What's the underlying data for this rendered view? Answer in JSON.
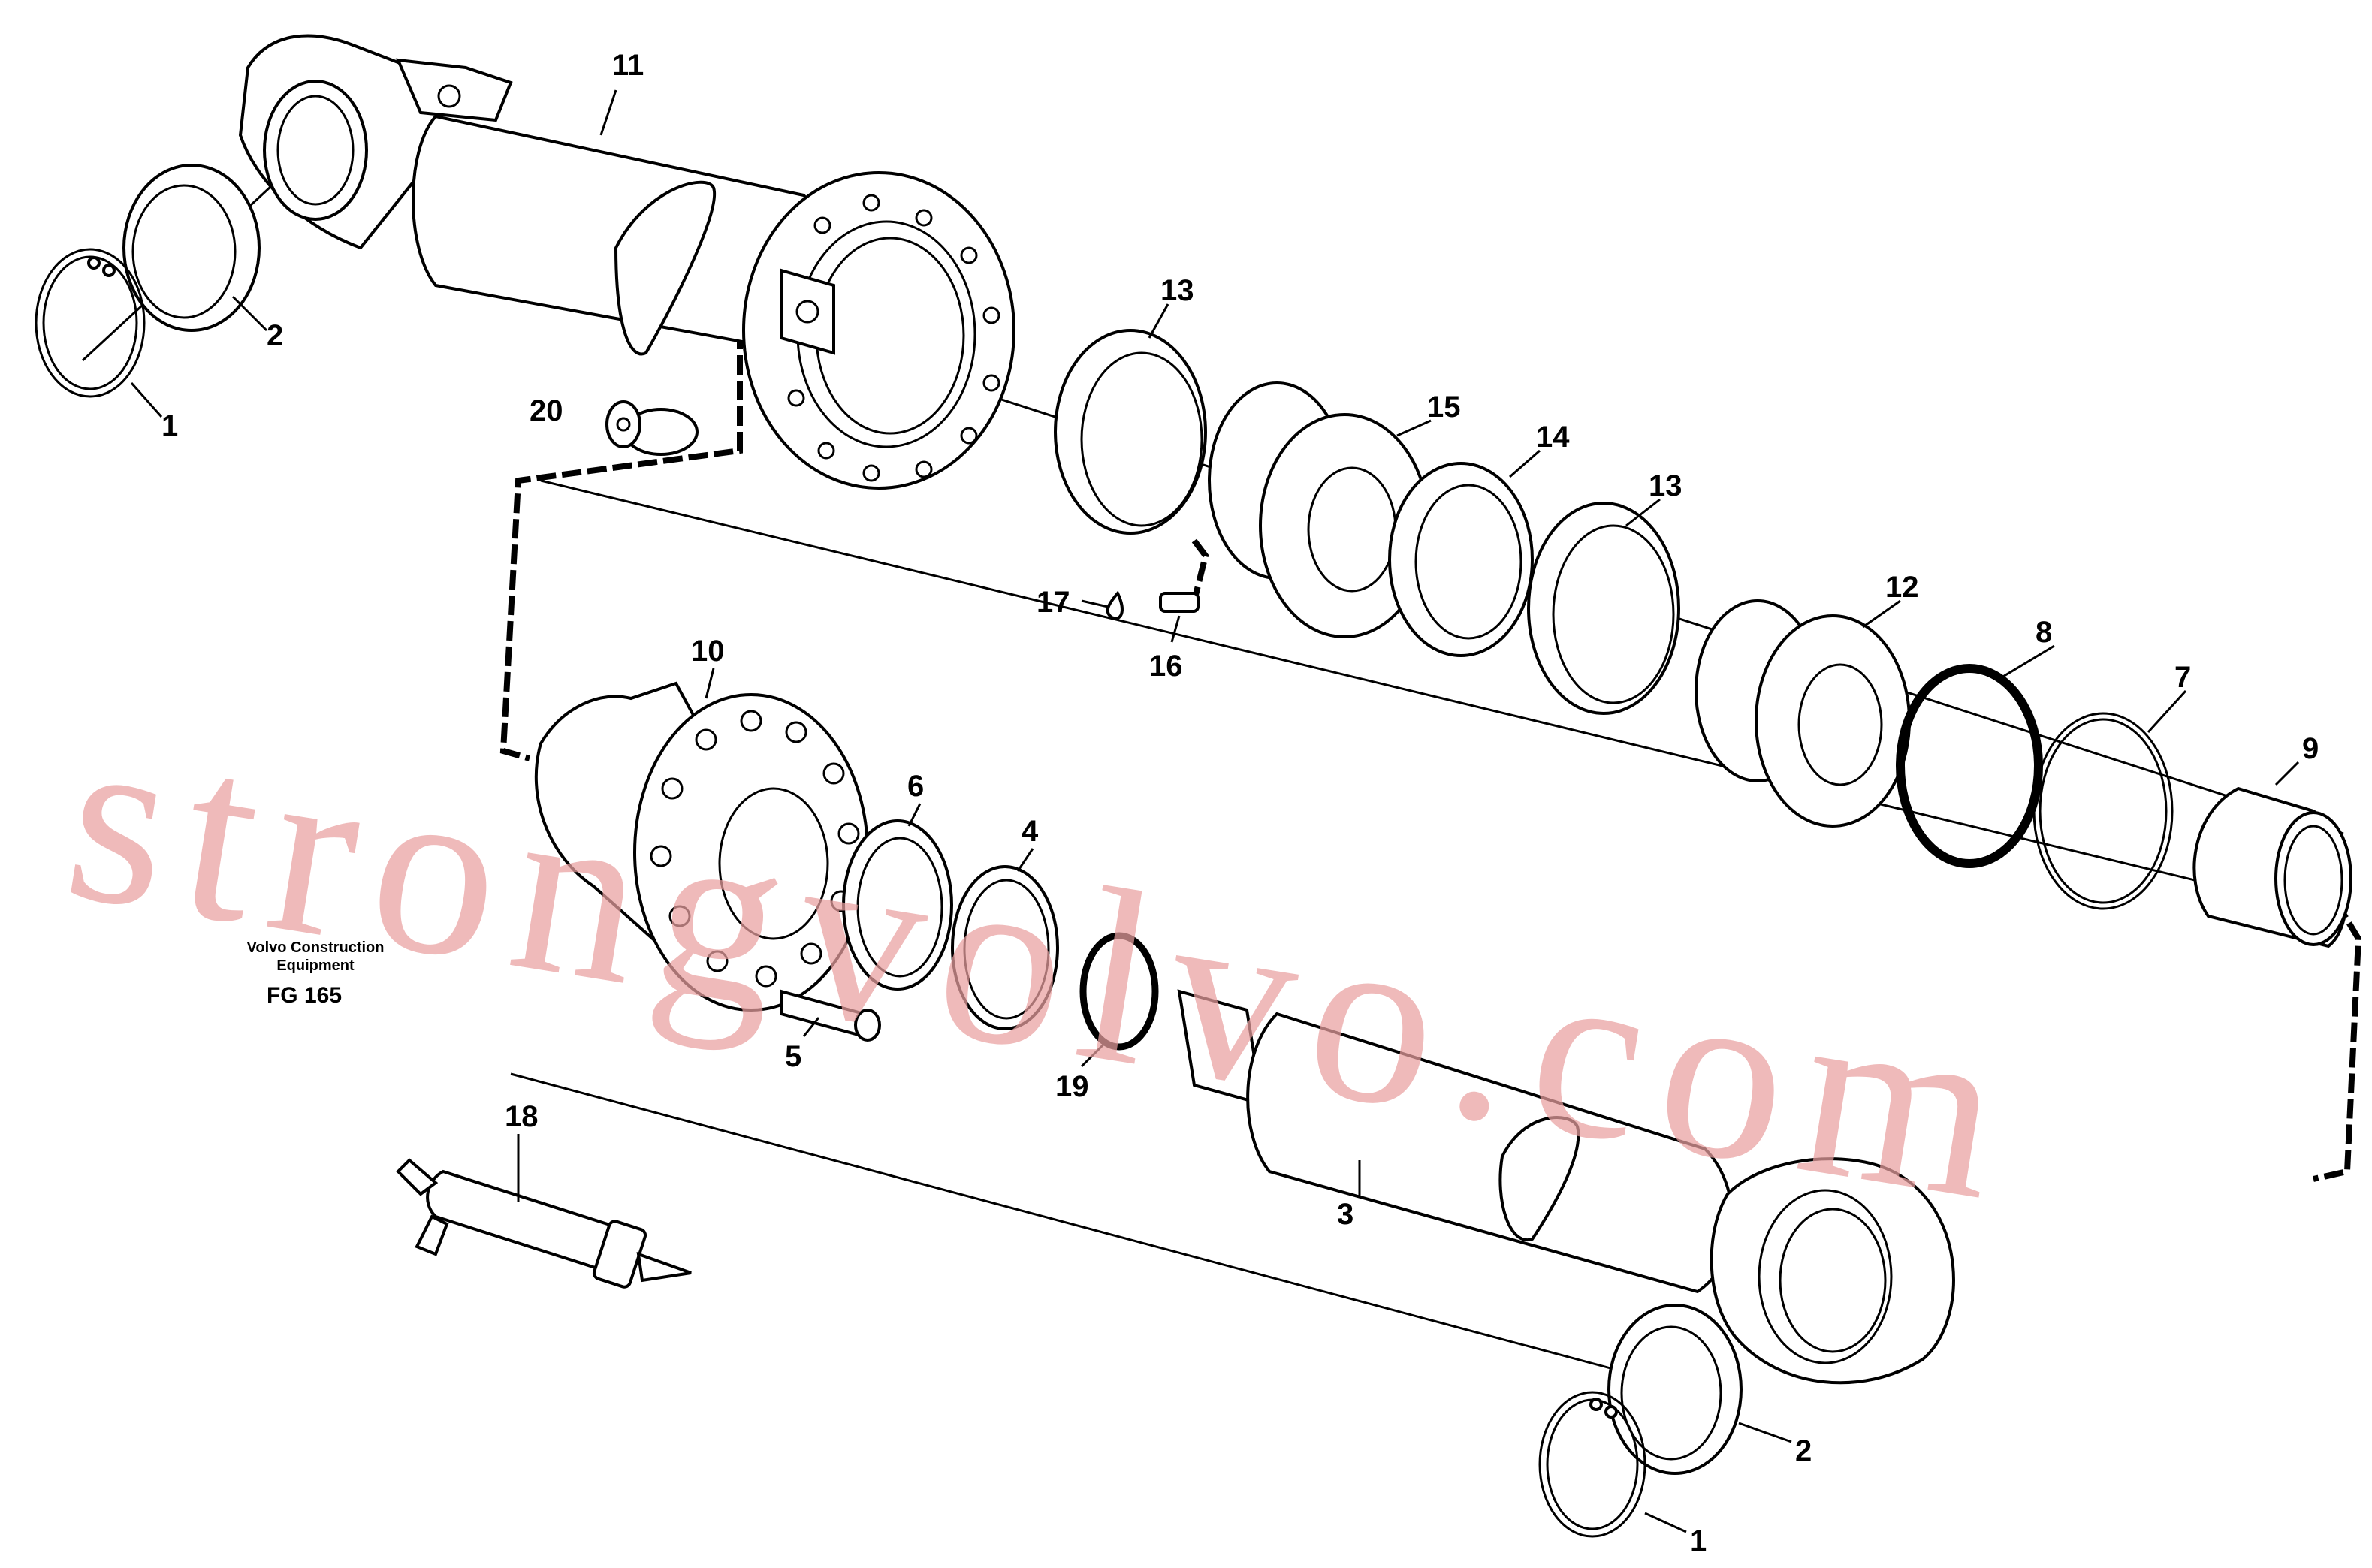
{
  "caption": {
    "maker_line1": "Volvo Construction",
    "maker_line2": "Equipment",
    "figure_code": "FG 165"
  },
  "watermark": "strongvolvo.com",
  "part_labels": [
    "11",
    "2",
    "1",
    "20",
    "13",
    "15",
    "14",
    "13",
    "17",
    "16",
    "12",
    "8",
    "7",
    "9",
    "10",
    "6",
    "4",
    "5",
    "19",
    "18",
    "3",
    "2",
    "1"
  ],
  "colors": {
    "ink": "#000000",
    "watermark": "#e9a0a0",
    "background": "#ffffff"
  }
}
